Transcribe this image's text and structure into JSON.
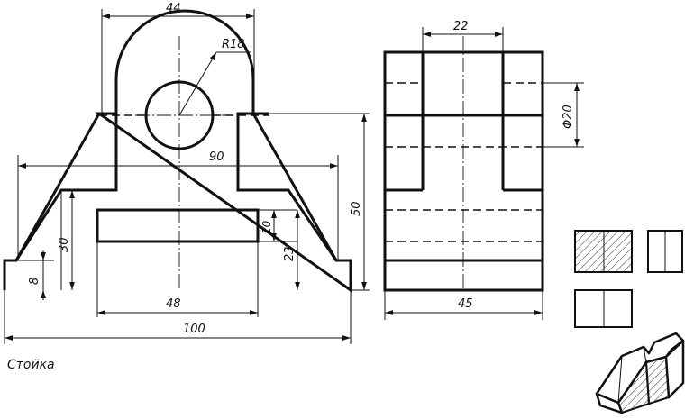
{
  "caption": "Стойка",
  "dimensions": {
    "width_top": "44",
    "radius": "R18",
    "width_mid": "90",
    "height_total": "50",
    "height_30": "30",
    "height_23": "23",
    "height_10": "10",
    "height_8": "8",
    "width_48": "48",
    "width_100": "100",
    "side_22": "22",
    "side_diameter": "Φ20",
    "side_45": "45"
  },
  "views": [
    "front-view",
    "side-view",
    "section-thumbnails",
    "isometric-view"
  ]
}
